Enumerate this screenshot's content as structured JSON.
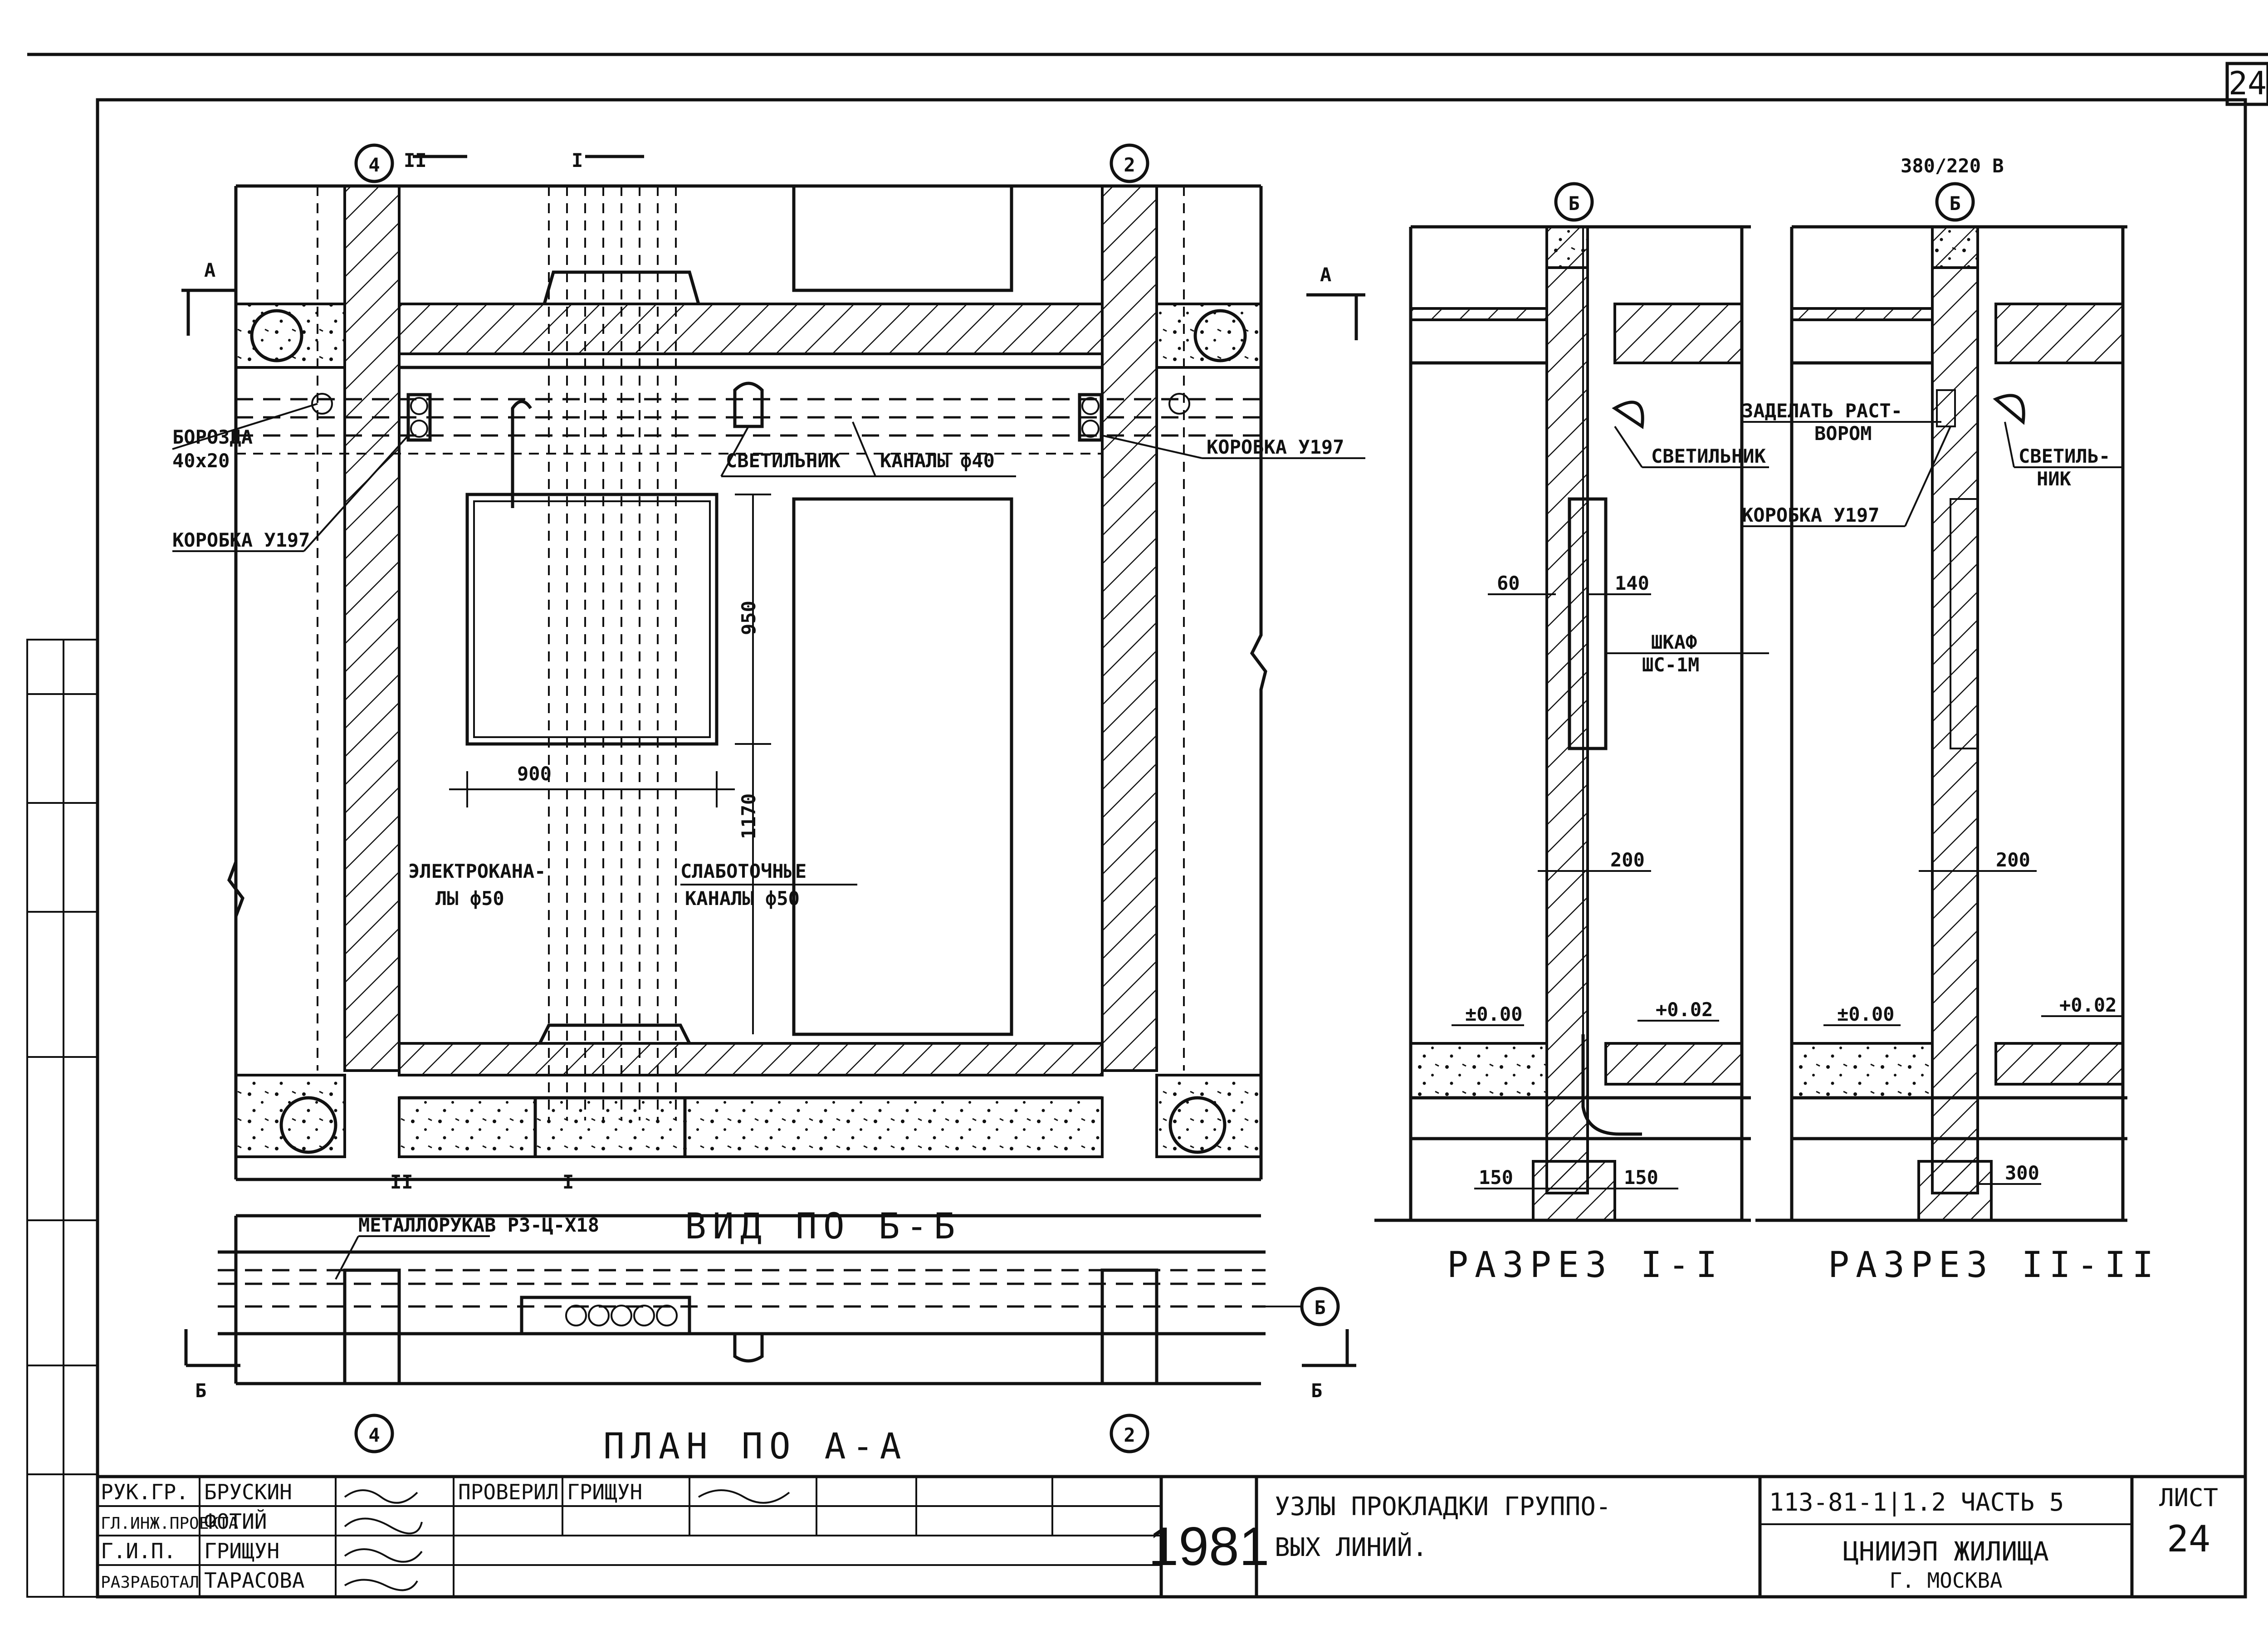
{
  "sheet": {
    "number": "24"
  },
  "plan": {
    "axis_left": "4",
    "axis_right": "2",
    "section_mark_ii": "II",
    "section_mark_i": "I",
    "view_a": "А",
    "label_boroz_line1": "БОРОЗДА",
    "label_boroz_line2": "40x20",
    "label_box_left": "КОРОБКА У197",
    "label_box_right": "КОРОБКА У197",
    "label_lamp": "СВЕТИЛЬНИК",
    "label_channels": "КАНАЛЫ ф40",
    "dim_950": "950",
    "dim_900": "900",
    "dim_1170": "1170",
    "label_elec_line1": "ЭЛЕКТРОКАНА-",
    "label_elec_line2": "ЛЫ ф50",
    "label_weak_line1": "СЛАБОТОЧНЫЕ",
    "label_weak_line2": "КАНАЛЫ ф50",
    "title_plan": "ПЛАН ПО А-А"
  },
  "view_bb": {
    "title": "ВИД ПО Б-Б",
    "label_metal": "МЕТАЛЛОРУКАВ РЗ-Ц-Х18",
    "mark_b": "Б",
    "axis_b": "Б"
  },
  "section_1": {
    "title": "РАЗРЕЗ I-I",
    "axis": "Б",
    "label_lamp": "СВЕТИЛЬНИК",
    "dim_60": "60",
    "dim_140": "140",
    "label_cab_line1": "ШКАФ",
    "label_cab_line2": "ШС-1М",
    "dim_200": "200",
    "lvl_000": "±0.00",
    "lvl_002": "+0.02",
    "dim_150a": "150",
    "dim_150b": "150"
  },
  "section_2": {
    "title": "РАЗРЕЗ II-II",
    "axis": "Б",
    "voltage": "380/220 В",
    "label_seal_line1": "ЗАДЕЛАТЬ РАСТ-",
    "label_seal_line2": "ВОРОМ",
    "label_lamp_line1": "СВЕТИЛЬ-",
    "label_lamp_line2": "НИК",
    "label_box": "КОРОБКА У197",
    "dim_200": "200",
    "lvl_000": "±0.00",
    "lvl_002": "+0.02",
    "dim_300": "300"
  },
  "title_block": {
    "rows": [
      {
        "role": "РУК.ГР.",
        "name": "БРУСКИН"
      },
      {
        "role": "ГЛ.ИНЖ.ПРОЕКТА",
        "name": "ФОТИЙ"
      },
      {
        "role": "Г.И.П.",
        "name": "ГРИЩУН"
      },
      {
        "role": "РАЗРАБОТАЛ",
        "name": "ТАРАСОВА"
      }
    ],
    "checked_label": "ПРОВЕРИЛ",
    "checked_name": "ГРИЩУН",
    "year": "1981",
    "description_line1": "УЗЛЫ ПРОКЛАДКИ ГРУППО-",
    "description_line2": "ВЫХ ЛИНИЙ.",
    "code": "113-81-1|1.2 ЧАСТЬ 5",
    "org_line1": "ЦНИИЭП ЖИЛИЩА",
    "org_line2": "Г. МОСКВА",
    "sheet_label": "ЛИСТ",
    "sheet_number": "24"
  }
}
